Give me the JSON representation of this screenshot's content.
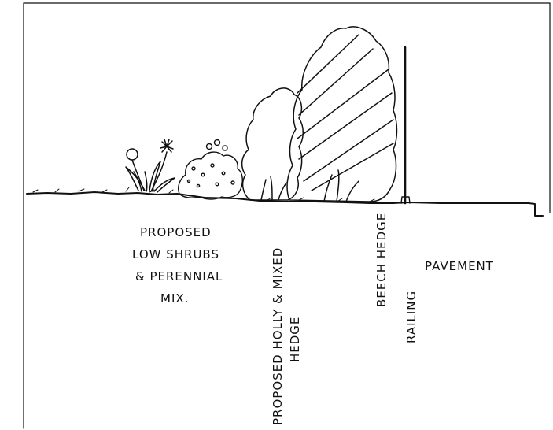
{
  "labels": {
    "low_shrubs": [
      "PROPOSED",
      "LOW SHRUBS",
      "& PERENNIAL",
      "MIX."
    ],
    "holly_hedge": [
      "PROPOSED HOLLY & MIXED",
      "HEDGE"
    ],
    "beech_hedge": "BEECH HEDGE",
    "railing": "RAILING",
    "pavement": "PAVEMENT"
  },
  "colors": {
    "ink": "#111111",
    "paper": "#ffffff"
  }
}
